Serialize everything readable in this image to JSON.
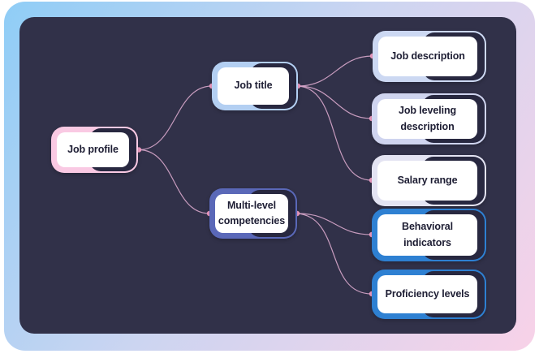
{
  "diagram": {
    "nodes": [
      {
        "id": "job-profile",
        "label": "Job profile",
        "accent": "#f9c9e3"
      },
      {
        "id": "job-title",
        "label": "Job title",
        "accent": "#b3cff2"
      },
      {
        "id": "multi-level-competencies",
        "label": "Multi-level competencies",
        "accent": "#5a68b8"
      },
      {
        "id": "job-description",
        "label": "Job description",
        "accent": "#ccd8f2"
      },
      {
        "id": "job-leveling-description",
        "label": "Job leveling description",
        "accent": "#cfd4ef"
      },
      {
        "id": "salary-range",
        "label": "Salary range",
        "accent": "#e3e3f2"
      },
      {
        "id": "behavioral-indicators",
        "label": "Behavioral indicators",
        "accent": "#2e80d2"
      },
      {
        "id": "proficiency-levels",
        "label": "Proficiency levels",
        "accent": "#2e80d2"
      }
    ],
    "edges": [
      {
        "from": "job-profile",
        "to": "job-title"
      },
      {
        "from": "job-profile",
        "to": "multi-level-competencies"
      },
      {
        "from": "job-title",
        "to": "job-description"
      },
      {
        "from": "job-title",
        "to": "job-leveling-description"
      },
      {
        "from": "job-title",
        "to": "salary-range"
      },
      {
        "from": "multi-level-competencies",
        "to": "behavioral-indicators"
      },
      {
        "from": "multi-level-competencies",
        "to": "proficiency-levels"
      }
    ]
  },
  "colors": {
    "frame_gradient_start": "#8fcdf6",
    "frame_gradient_mid": "#ccd5f1",
    "frame_gradient_end": "#f8d2e8",
    "canvas": "#313149",
    "capsule": "#282840",
    "card": "#ffffff",
    "text": "#1d1d33",
    "edge_line": "#d9a8cc",
    "edge_dot": "#f09cc4"
  }
}
